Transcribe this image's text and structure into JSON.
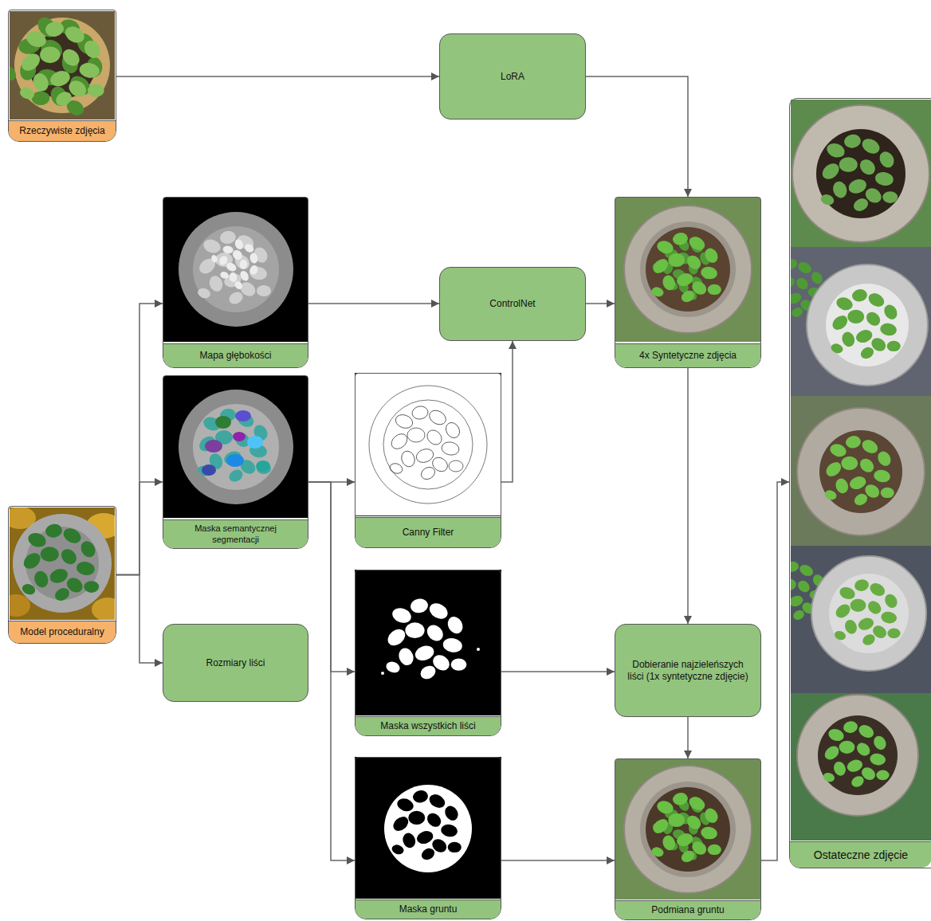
{
  "diagram": {
    "nodes": [
      {
        "text": [
          "Rzeczywiste zdjęcia"
        ]
      },
      {
        "text": [
          "LoRA"
        ]
      },
      {
        "text": [
          "Mapa głębokości"
        ]
      },
      {
        "text": [
          "ControlNet"
        ]
      },
      {
        "text": [
          "4x Syntetyczne zdjęcia"
        ]
      },
      {
        "text": [
          "Maska semantycznej segmentacji"
        ]
      },
      {
        "text": [
          "Canny Filter"
        ]
      },
      {
        "text": [
          "Model proceduralny"
        ]
      },
      {
        "text": [
          "Rozmiary liści"
        ]
      },
      {
        "text": [
          "Maska wszystkich liści"
        ]
      },
      {
        "text": [
          "Dobieranie najzieleńszych liści (1x syntetyczne zdjęcie)"
        ]
      },
      {
        "text": [
          "Maska gruntu"
        ]
      },
      {
        "text": [
          "Podmiana gruntu"
        ]
      },
      {
        "text": [
          "Ostateczne zdjęcie"
        ]
      }
    ],
    "edges": [
      {
        "from": 0,
        "to": 1,
        "arrow": "to"
      },
      {
        "from": 1,
        "to": 4,
        "arrow": "to"
      },
      {
        "from": 7,
        "to": 2,
        "arrow": "to"
      },
      {
        "from": 7,
        "to": 5,
        "arrow": "to"
      },
      {
        "from": 7,
        "to": 8,
        "arrow": "to"
      },
      {
        "from": 2,
        "to": 3,
        "arrow": "to"
      },
      {
        "from": 5,
        "to": 6,
        "arrow": "to"
      },
      {
        "from": 6,
        "to": 3,
        "arrow": "to"
      },
      {
        "from": 3,
        "to": 4,
        "arrow": "to"
      },
      {
        "from": 5,
        "to": 9,
        "arrow": "to"
      },
      {
        "from": 5,
        "to": 11,
        "arrow": "to"
      },
      {
        "from": 4,
        "to": 10,
        "arrow": "to"
      },
      {
        "from": 9,
        "to": 10,
        "arrow": "to"
      },
      {
        "from": 10,
        "to": 12,
        "arrow": "to"
      },
      {
        "from": 11,
        "to": 12,
        "arrow": "to"
      },
      {
        "from": 12,
        "to": 13,
        "arrow": "to"
      }
    ]
  }
}
